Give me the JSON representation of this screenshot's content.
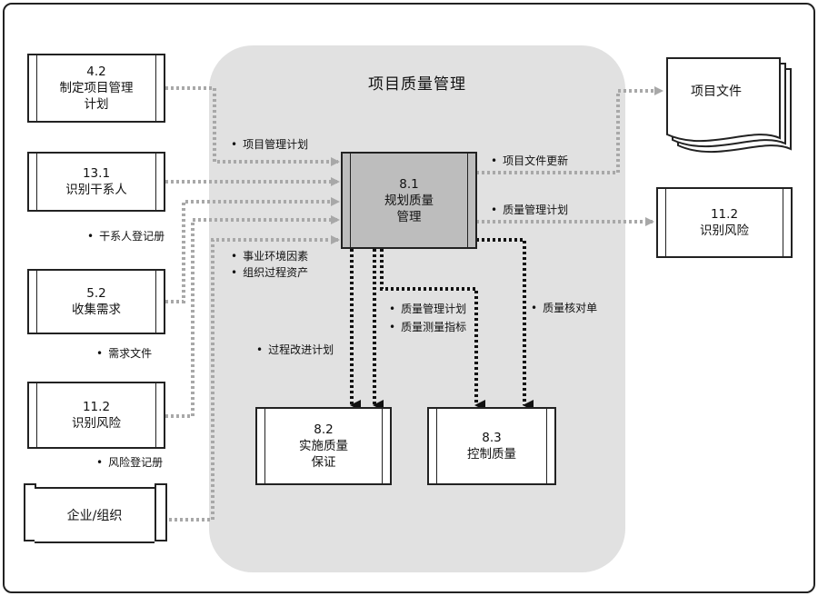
{
  "title": "项目质量管理",
  "central": {
    "lines": [
      "8.1",
      "规划质量",
      "管理"
    ]
  },
  "inputs": [
    {
      "lines": [
        "4.2",
        "制定项目管理",
        "计划"
      ]
    },
    {
      "lines": [
        "13.1",
        "识别干系人"
      ]
    },
    {
      "lines": [
        "5.2",
        "收集需求"
      ]
    },
    {
      "lines": [
        "11.2",
        "识别风险"
      ]
    }
  ],
  "organization": {
    "label": "企业/组织"
  },
  "outputs": {
    "project_docs": {
      "label": "项目文件"
    },
    "risk": {
      "lines": [
        "11.2",
        "识别风险"
      ]
    },
    "assurance": {
      "lines": [
        "8.2",
        "实施质量",
        "保证"
      ]
    },
    "control": {
      "lines": [
        "8.3",
        "控制质量"
      ]
    }
  },
  "flow_labels": {
    "pm_plan_in": "项目管理计划",
    "stakeholder_register": "干系人登记册",
    "requirements_docs": "需求文件",
    "risk_register": "风险登记册",
    "eef": "事业环境因素",
    "opa": "组织过程资产",
    "doc_updates": "项目文件更新",
    "qm_plan_out": "质量管理计划",
    "process_improvement": "过程改进计划",
    "qm_plan_down": "质量管理计划",
    "quality_metrics": "质量测量指标",
    "quality_checklists": "质量核对单"
  },
  "bullet": "•",
  "colors": {
    "region": "#e1e1e1",
    "central_fill": "#bdbdbd",
    "dotted_gray": "#a8a8a8",
    "dotted_black": "#111111"
  }
}
